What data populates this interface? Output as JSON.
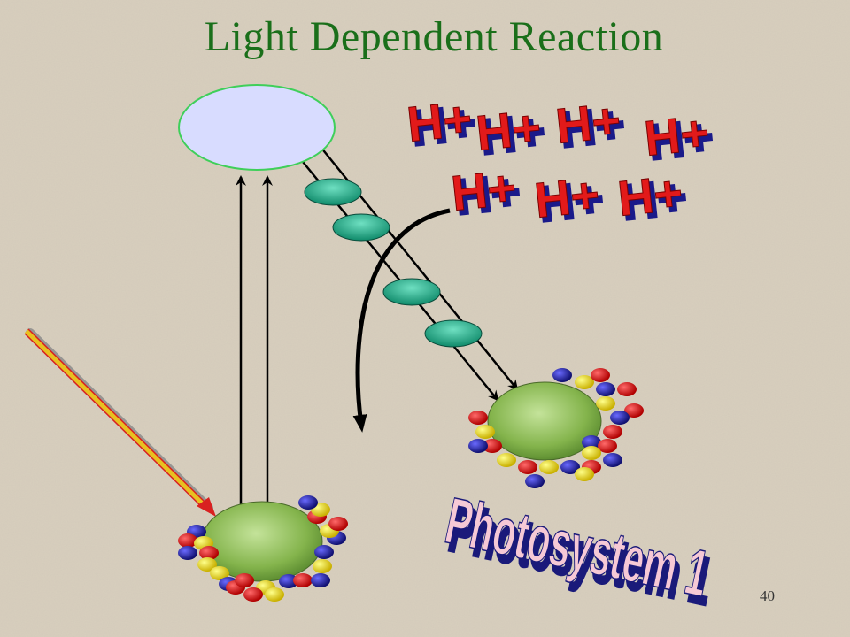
{
  "slide": {
    "title": "Light Dependent Reaction",
    "page_number": "40"
  },
  "labels": {
    "proton": "H+",
    "photosystem": "Photosystem 1"
  },
  "colors": {
    "background": "#d9d0bf",
    "title": "#1a6f1a",
    "reaction_center": "#8fbf5a",
    "acceptor_fill": "#d8dcff",
    "acceptor_border": "#3fcf5a",
    "carrier": "#1fa88a",
    "proton_face": "#e21a1a",
    "proton_side": "#1a1a8a",
    "pigment_red": "#cc1111",
    "pigment_blue": "#1a1a99",
    "pigment_yellow": "#e8d800",
    "light_ray": "#e8c020",
    "wordart_face": "#f6c9d6",
    "wordart_side": "#1a1a7a"
  }
}
